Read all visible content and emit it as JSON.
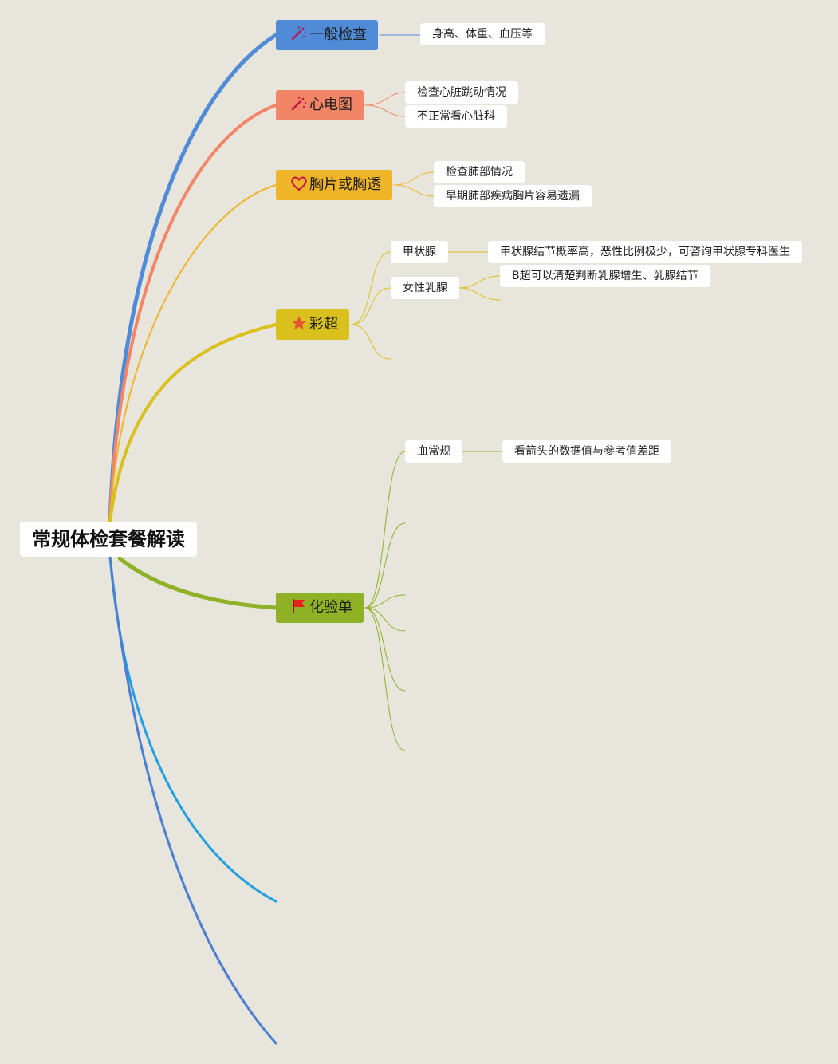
{
  "root": {
    "title": "常规体检套餐解读"
  },
  "colors": {
    "background": "#e8e5dd",
    "general": "#4f8bd7",
    "ecg": "#f28566",
    "chest": "#f0b429",
    "ultrasound": "#d9c01c",
    "lab": "#8eb125",
    "cyan": "#1fa0e0",
    "blue": "#4b7fd1"
  },
  "branches": {
    "general": {
      "label": "一般检查",
      "icon": "magic-wand-icon",
      "details": [
        "身高、体重、血压等"
      ]
    },
    "ecg": {
      "label": "心电图",
      "icon": "magic-wand-icon",
      "details": [
        "检查心脏跳动情况",
        "不正常看心脏科"
      ]
    },
    "chest": {
      "label": "胸片或胸透",
      "icon": "heart-icon",
      "details": [
        "检查肺部情况",
        "早期肺部疾病胸片容易遗漏"
      ]
    },
    "ultrasound": {
      "label": "彩超",
      "icon": "star-icon",
      "children": [
        {
          "label": "甲状腺",
          "details": [
            "甲状腺结节概率高，恶性比例极少，可咨询甲状腺专科医生"
          ]
        },
        {
          "label": "女性乳腺",
          "details": [
            "B超可以清楚判断乳腺增生、乳腺结节"
          ]
        }
      ]
    },
    "lab": {
      "label": "化验单",
      "icon": "flag-icon",
      "children": [
        {
          "label": "血常规",
          "details": [
            "看箭头的数据值与参考值差距"
          ]
        }
      ]
    }
  }
}
